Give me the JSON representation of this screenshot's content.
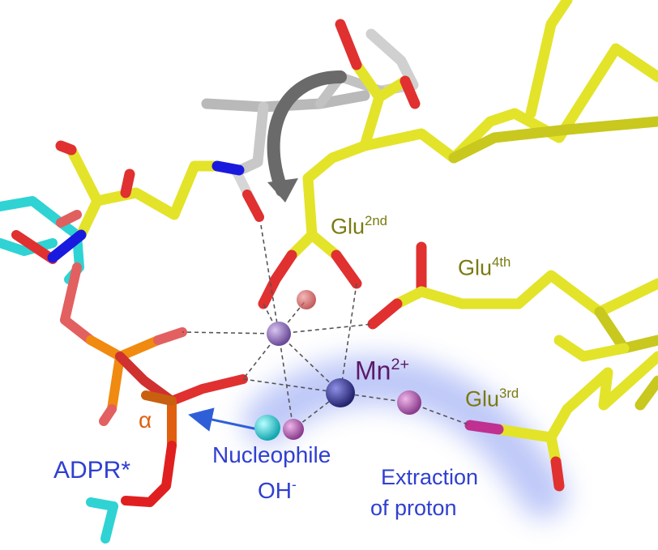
{
  "colors": {
    "carbon": "#e3e32a",
    "carbon_dark": "#9a9a12",
    "oxygen": "#e0241c",
    "nitrogen": "#1a1adf",
    "phosphorus": "#f08a10",
    "ligand_carbon": "#2fd3d3",
    "ghost": "#cfcfcf",
    "water": "#9a72c8",
    "manganese": "#3c3ca8",
    "nucleophile": "#22cccc",
    "glu_text": "#7a7a10",
    "mn_text": "#5a1a6a",
    "label_blue": "#2f3fd0",
    "alpha_text": "#e06010",
    "glow": "#6f86ef"
  },
  "labels": {
    "glu2_base": "Glu",
    "glu2_sup": "2nd",
    "glu4_base": "Glu",
    "glu4_sup": "4th",
    "glu3_base": "Glu",
    "glu3_sup": "3rd",
    "mn_base": "Mn",
    "mn_sup": "2+",
    "alpha": "α",
    "adpr": "ADPR*",
    "nucleophile": "Nucleophile",
    "oh_base": "OH",
    "oh_sup": "-",
    "extraction": "Extraction",
    "of_proton": "of proton"
  }
}
